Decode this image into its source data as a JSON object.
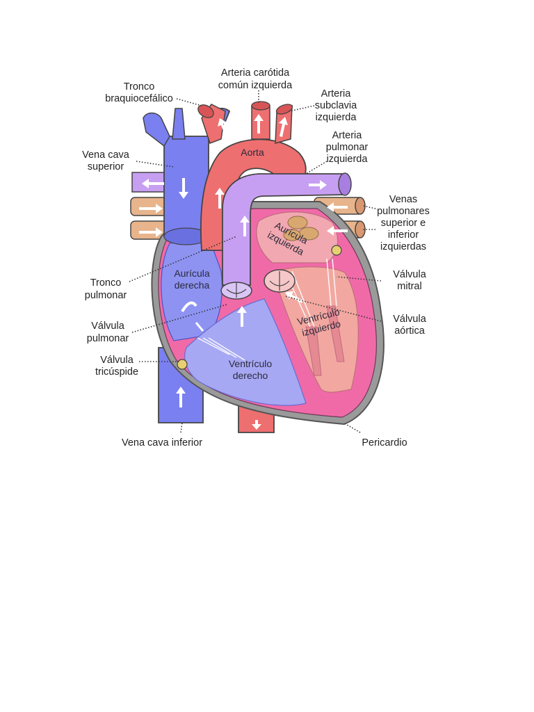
{
  "labels": {
    "tronco_braquiocefalico": [
      "Tronco",
      "braquiocefálico"
    ],
    "arteria_carotida": [
      "Arteria carótida",
      "común izquierda"
    ],
    "arteria_subclavia": [
      "Arteria",
      "subclavia",
      "izquierda"
    ],
    "vena_cava_superior": [
      "Vena cava",
      "superior"
    ],
    "aorta": "Aorta",
    "arteria_pulmonar": [
      "Arteria",
      "pulmonar",
      "izquierda"
    ],
    "venas_pulmonares": [
      "Venas",
      "pulmonares",
      "superior e",
      "inferior",
      "izquierdas"
    ],
    "auricula_izquierda": [
      "Aurícula",
      "izquierda"
    ],
    "tronco_pulmonar": [
      "Tronco",
      "pulmonar"
    ],
    "auricula_derecha": [
      "Aurícula",
      "derecha"
    ],
    "valvula_mitral": [
      "Válvula",
      "mitral"
    ],
    "valvula_pulmonar": [
      "Válvula",
      "pulmonar"
    ],
    "ventriculo_izquierdo": [
      "Ventrículo",
      "izquierdo"
    ],
    "valvula_aortica": [
      "Válvula",
      "aórtica"
    ],
    "valvula_tricuspide": [
      "Válvula",
      "tricúspide"
    ],
    "ventriculo_derecho": [
      "Ventrículo",
      "derecho"
    ],
    "vena_cava_inferior": "Vena cava inferior",
    "pericardio": "Pericardio"
  },
  "colors": {
    "vein_blue": "#7a80f0",
    "vein_blue_dark": "#5e63d6",
    "artery_red": "#ee6f70",
    "artery_red_dark": "#d85456",
    "pulmonary_purple": "#c79ff2",
    "pericardium_gray": "#8a8a8a",
    "muscle_pink": "#f06aa8",
    "chamber_pink": "#f2a8b0",
    "pulmonary_vein_tan": "#e8b48c"
  }
}
